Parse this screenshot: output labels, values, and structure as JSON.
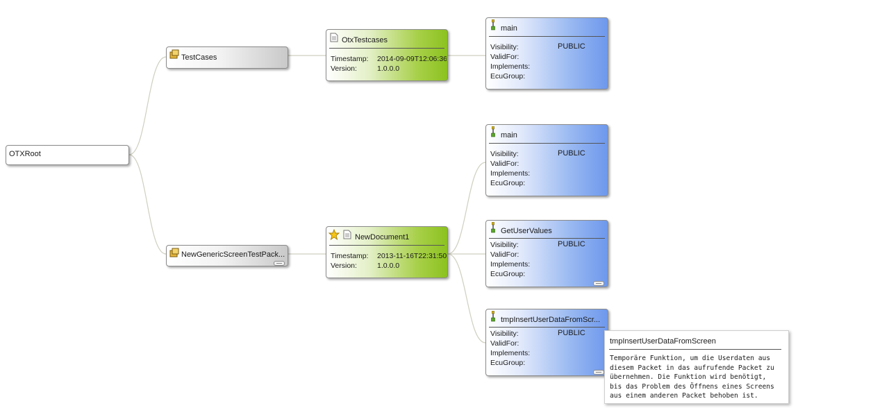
{
  "root": {
    "label": "OTXRoot"
  },
  "packages": [
    {
      "label": "TestCases"
    },
    {
      "label": "NewGenericScreenTestPack..."
    }
  ],
  "documents": [
    {
      "name": "OtxTestcases",
      "timestamp_label": "Timestamp:",
      "timestamp": "2014-09-09T12:06:36",
      "version_label": "Version:",
      "version": "1.0.0.0",
      "starred": false
    },
    {
      "name": "NewDocument1",
      "timestamp_label": "Timestamp:",
      "timestamp": "2013-11-16T22:31:50",
      "version_label": "Version:",
      "version": "1.0.0.0",
      "starred": true
    }
  ],
  "field_labels": {
    "visibility": "Visibility:",
    "validfor": "ValidFor:",
    "implements": "Implements:",
    "ecugroup": "EcuGroup:"
  },
  "procedures": [
    {
      "name": "main",
      "visibility": "PUBLIC"
    },
    {
      "name": "main",
      "visibility": "PUBLIC"
    },
    {
      "name": "GetUserValues",
      "visibility": "PUBLIC"
    },
    {
      "name": "tmpInsertUserDataFromScr...",
      "visibility": "PUBLIC"
    }
  ],
  "tooltip": {
    "title": "tmpInsertUserDataFromScreen",
    "body": "Temporäre Funktion, um die Userdaten aus\ndiesem Packet in das aufrufende Packet zu\nübernehmen. Die Funktion wird benötigt,\nbis das Problem des Öffnens eines Screens\naus einem anderen Packet behoben ist."
  },
  "colors": {
    "package": "#c9c9c9",
    "document": "#8cc21f",
    "procedure": "#6d98ec",
    "connector": "#cfcfc0"
  },
  "icons": {
    "package": "package-icon",
    "document": "document-icon",
    "star": "star-icon",
    "procedure": "procedure-icon",
    "collapse": "collapse-toggle-icon"
  }
}
